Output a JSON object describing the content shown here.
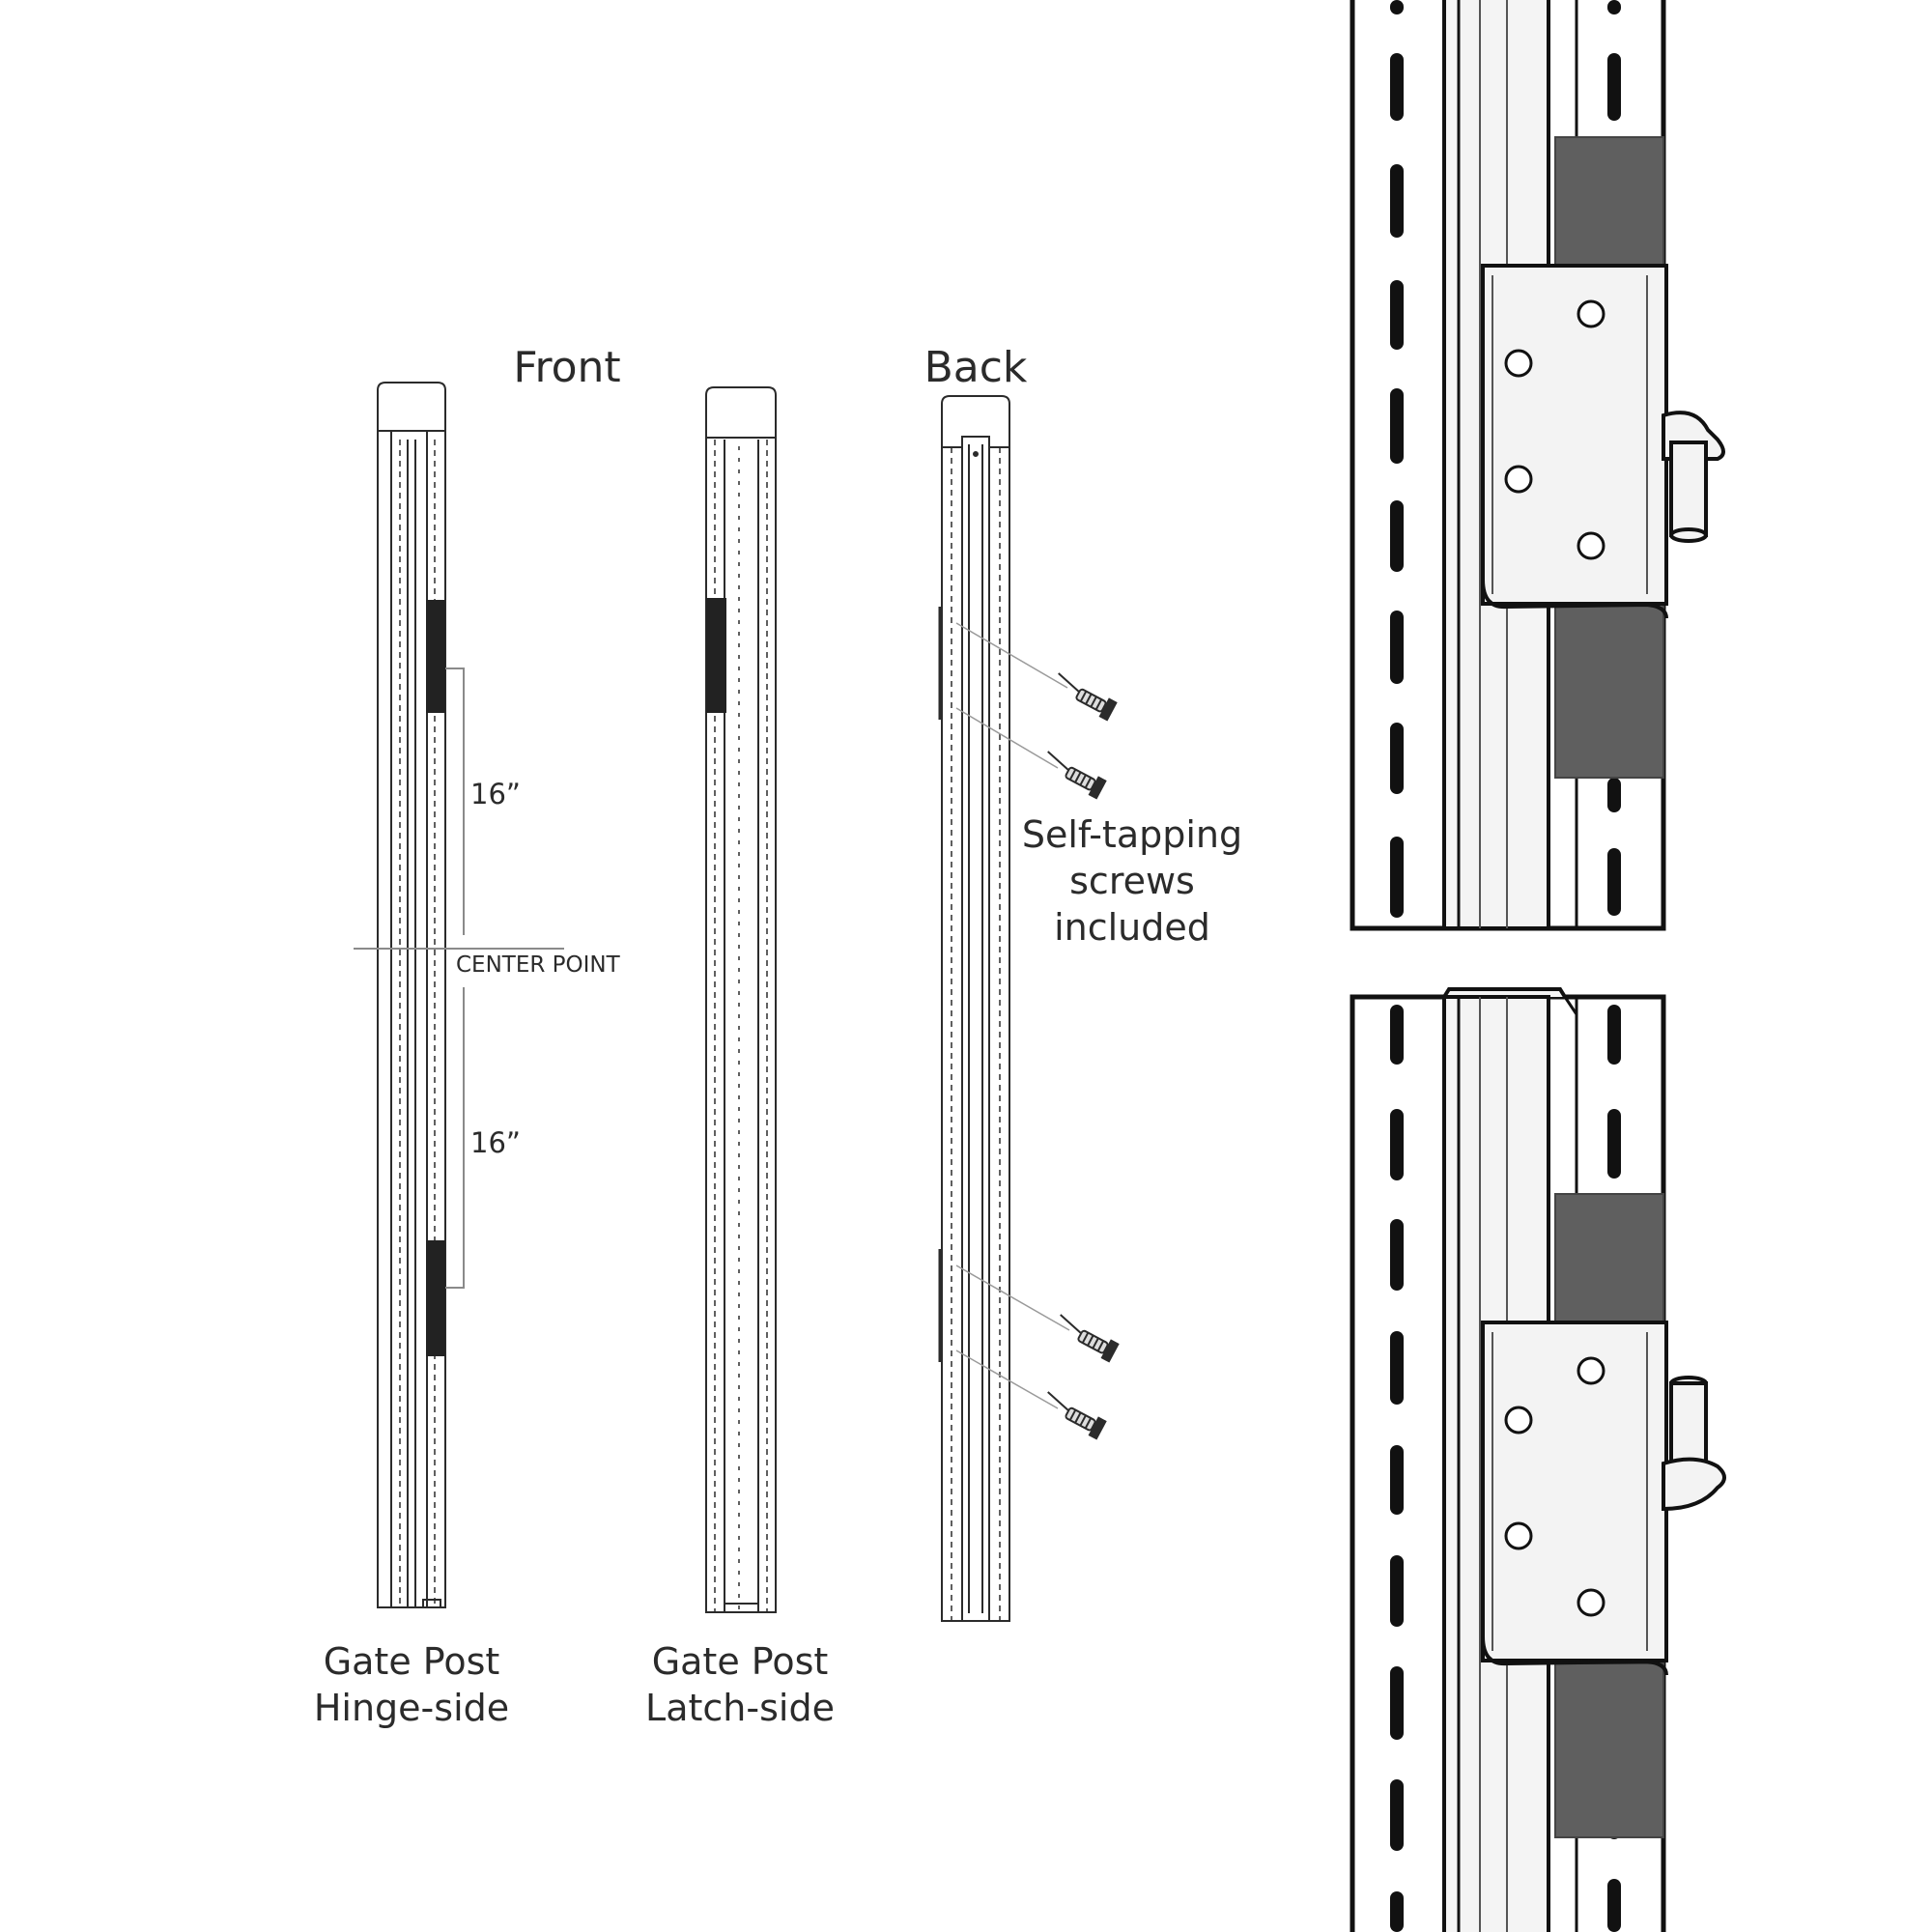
{
  "headings": {
    "front": "Front",
    "back": "Back"
  },
  "posts": {
    "hinge": {
      "line1": "Gate Post",
      "line2": "Hinge-side"
    },
    "latch": {
      "line1": "Gate Post",
      "line2": "Latch-side"
    }
  },
  "dimensions": {
    "upper": "16”",
    "lower": "16”",
    "center": "CENTER POINT"
  },
  "screws_note": {
    "line1": "Self-tapping",
    "line2": "screws",
    "line3": "included"
  },
  "colors": {
    "line": "#2b2b2b",
    "bracket_pad": "#222222",
    "rubber_block": "#5f5f5f",
    "metal_light": "#f1f1f1"
  }
}
